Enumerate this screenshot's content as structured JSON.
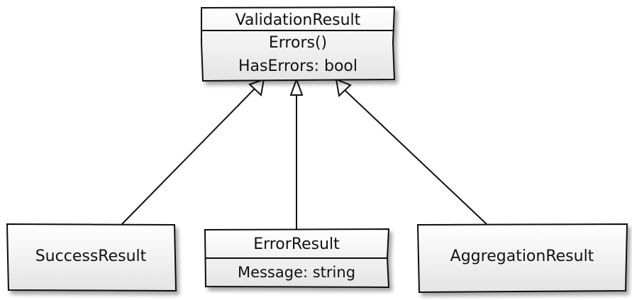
{
  "diagram": {
    "base_class": {
      "name": "ValidationResult",
      "members": [
        "Errors()",
        "HasErrors: bool"
      ]
    },
    "subclasses": [
      {
        "name": "SuccessResult",
        "members": []
      },
      {
        "name": "ErrorResult",
        "members": [
          "Message: string"
        ]
      },
      {
        "name": "AggregationResult",
        "members": []
      }
    ],
    "colors": {
      "stroke": "#111111",
      "box_fill_top": "#ffffff",
      "box_fill_bottom": "#e6e6e6",
      "shadow": "#c8c8c8"
    }
  }
}
